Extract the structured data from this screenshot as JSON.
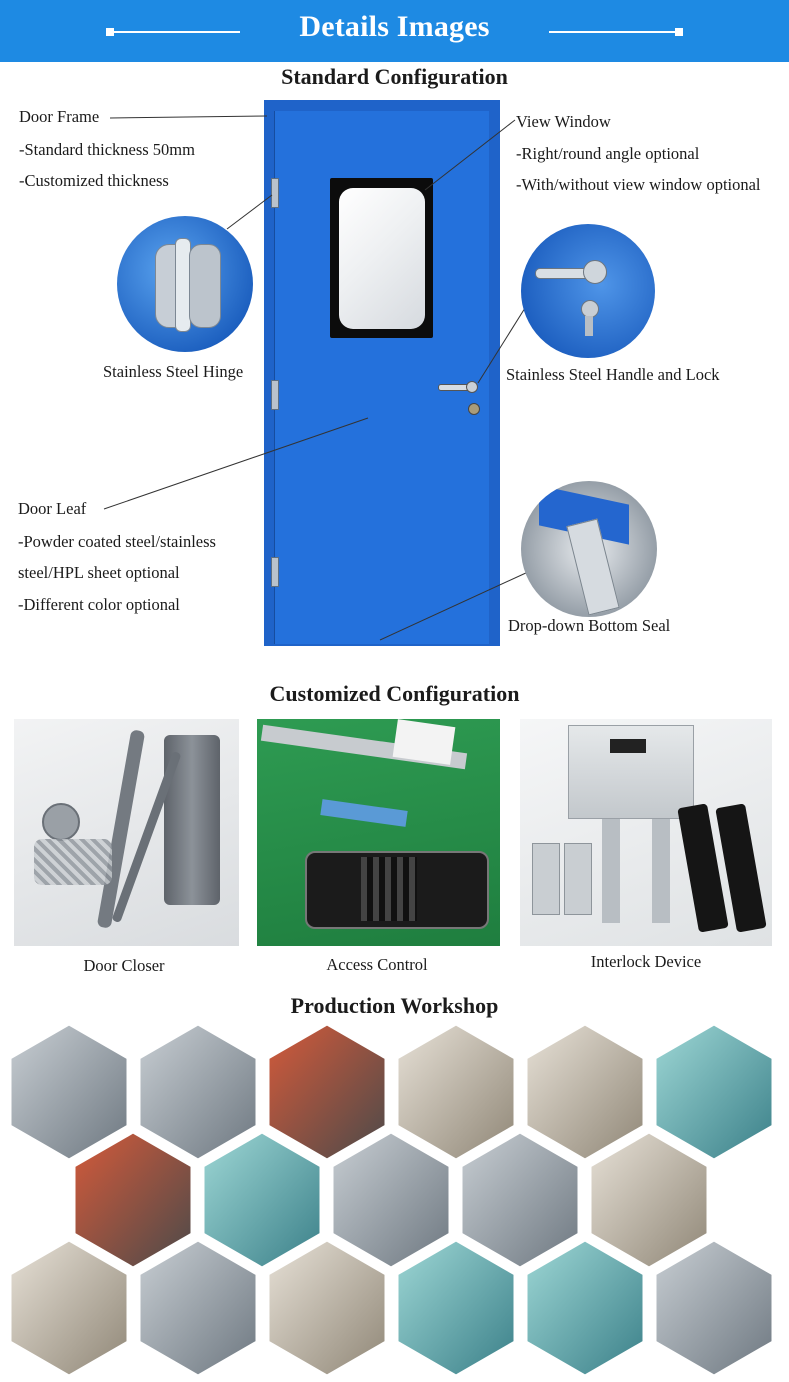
{
  "banner": {
    "title": "Details Images",
    "color": "#1e8ae3"
  },
  "standard": {
    "title": "Standard Configuration",
    "door_frame": {
      "label": "Door Frame",
      "line1": "-Standard thickness 50mm",
      "line2": "-Customized thickness"
    },
    "view_window": {
      "label": "View Window",
      "line1": "-Right/round angle optional",
      "line2": "-With/without view window optional"
    },
    "hinge_label": "Stainless Steel Hinge",
    "handle_label": "Stainless Steel Handle and Lock",
    "door_leaf": {
      "label": "Door Leaf",
      "line1": "-Powder coated steel/stainless",
      "line2": "steel/HPL sheet optional",
      "line3": "-Different color optional"
    },
    "seal_label": "Drop-down Bottom Seal",
    "door_color": "#2471dc"
  },
  "customized": {
    "title": "Customized Configuration",
    "items": [
      {
        "label": "Door Closer"
      },
      {
        "label": "Access Control"
      },
      {
        "label": "Interlock Device"
      }
    ]
  },
  "workshop": {
    "title": "Production Workshop"
  }
}
